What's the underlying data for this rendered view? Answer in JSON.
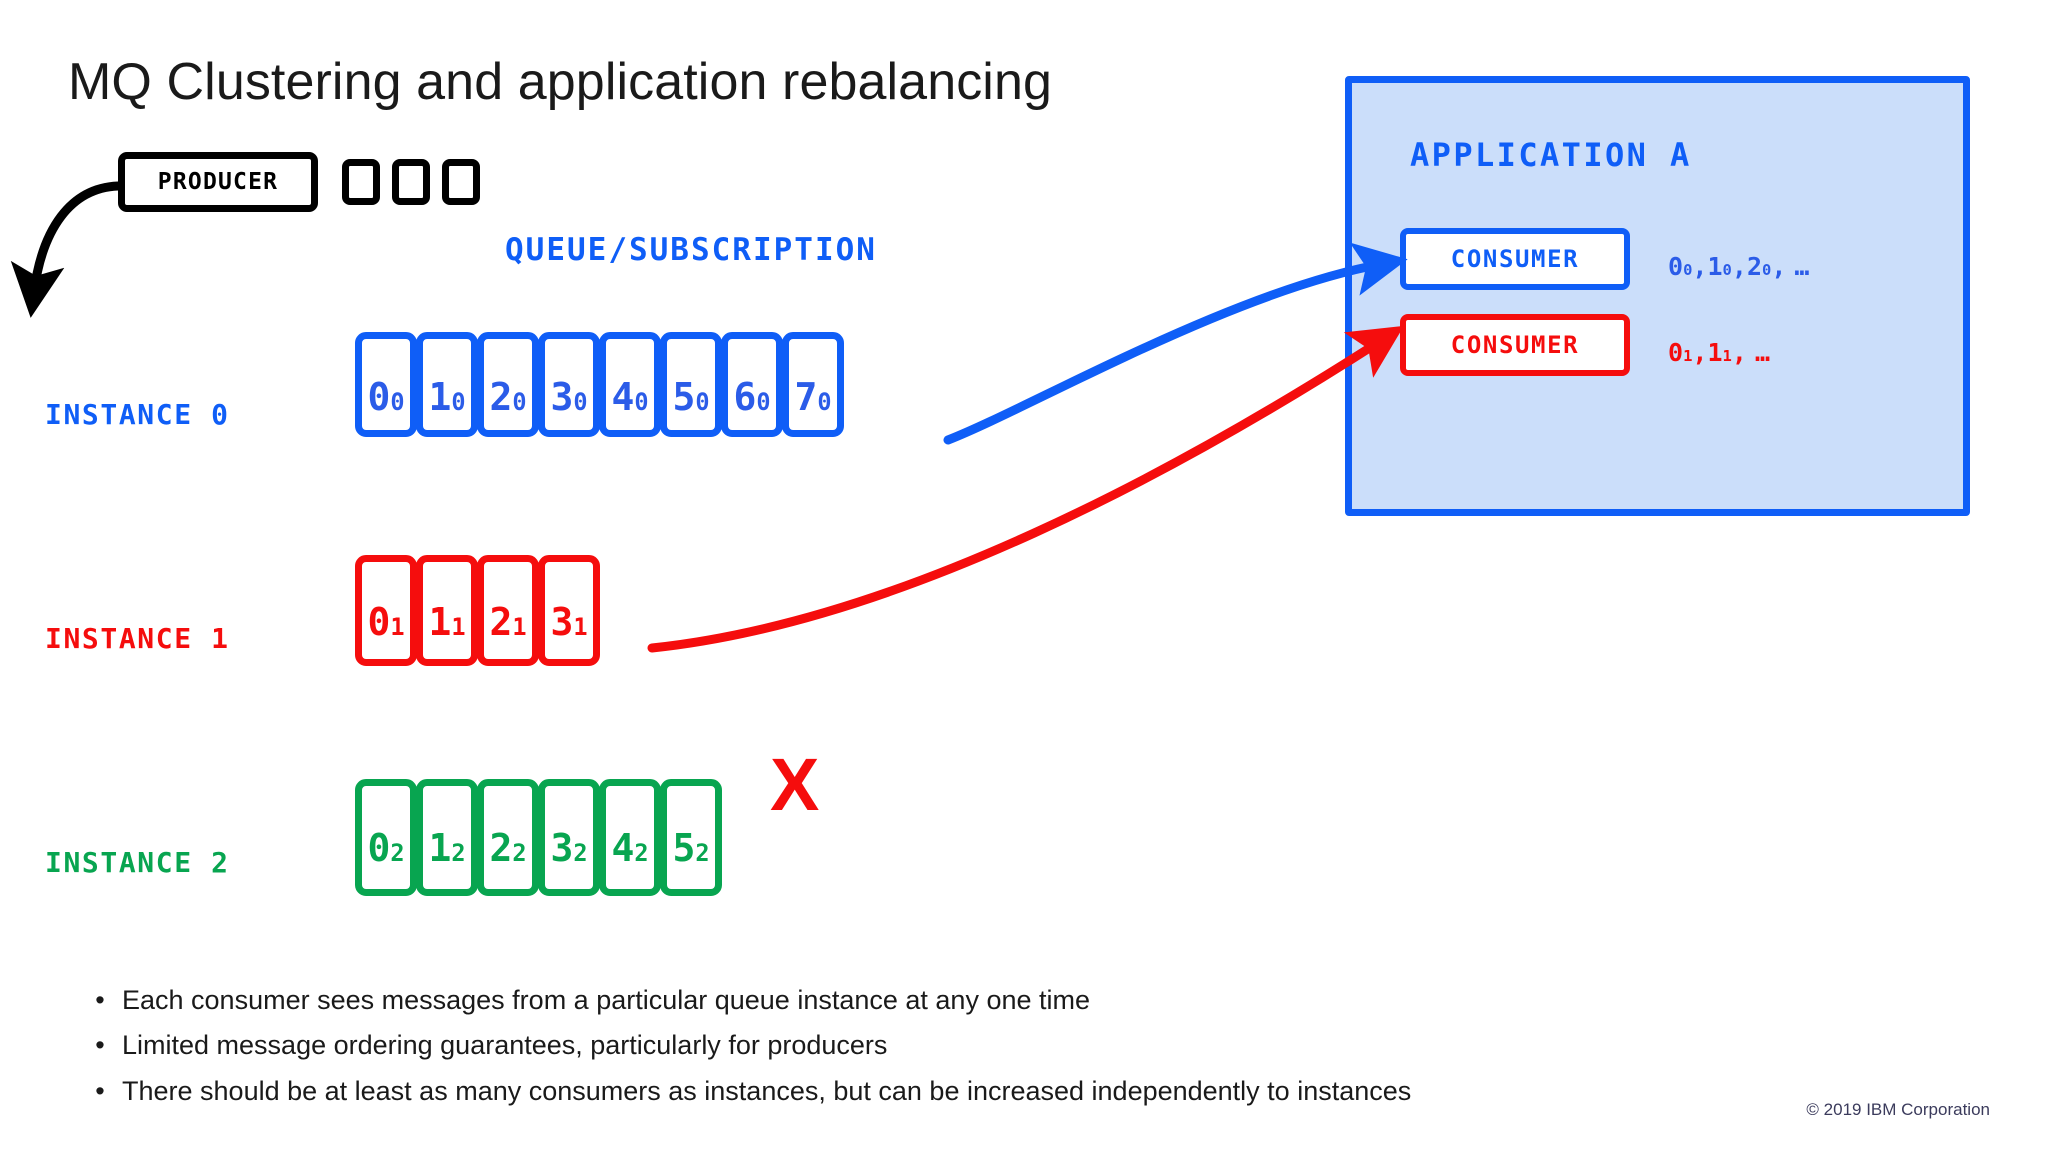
{
  "slide": {
    "title": "MQ Clustering and application rebalancing",
    "footer": "© 2019 IBM Corporation"
  },
  "colors": {
    "blue": "#0f5ef7",
    "red": "#f50d0d",
    "green": "#08a550",
    "black": "#000000",
    "app_fill": "#cbdefa",
    "footer_text": "#3b3b5c"
  },
  "producer": {
    "label": "PRODUCER",
    "pending_messages": [
      "",
      "",
      ""
    ]
  },
  "queue": {
    "heading": "QUEUE/SUBSCRIPTION"
  },
  "instances": [
    {
      "label": "INSTANCE 0",
      "color": "#0f5ef7",
      "messages": [
        {
          "id": "0",
          "sub": "0"
        },
        {
          "id": "1",
          "sub": "0"
        },
        {
          "id": "2",
          "sub": "0"
        },
        {
          "id": "3",
          "sub": "0"
        },
        {
          "id": "4",
          "sub": "0"
        },
        {
          "id": "5",
          "sub": "0"
        },
        {
          "id": "6",
          "sub": "0"
        },
        {
          "id": "7",
          "sub": "0"
        }
      ]
    },
    {
      "label": "INSTANCE 1",
      "color": "#f50d0d",
      "messages": [
        {
          "id": "0",
          "sub": "1"
        },
        {
          "id": "1",
          "sub": "1"
        },
        {
          "id": "2",
          "sub": "1"
        },
        {
          "id": "3",
          "sub": "1"
        }
      ]
    },
    {
      "label": "INSTANCE 2",
      "color": "#08a550",
      "messages": [
        {
          "id": "0",
          "sub": "2"
        },
        {
          "id": "1",
          "sub": "2"
        },
        {
          "id": "2",
          "sub": "2"
        },
        {
          "id": "3",
          "sub": "2"
        },
        {
          "id": "4",
          "sub": "2"
        },
        {
          "id": "5",
          "sub": "2"
        }
      ],
      "marker": "X"
    }
  ],
  "application": {
    "title": "APPLICATION A",
    "consumers": [
      {
        "label": "CONSUMER",
        "color": "#0f5ef7",
        "messages": [
          {
            "id": "0",
            "sub": "0"
          },
          {
            "id": "1",
            "sub": "0"
          },
          {
            "id": "2",
            "sub": "0"
          }
        ],
        "ellipsis": "…"
      },
      {
        "label": "CONSUMER",
        "color": "#f50d0d",
        "messages": [
          {
            "id": "0",
            "sub": "1"
          },
          {
            "id": "1",
            "sub": "1"
          }
        ],
        "ellipsis": "…"
      }
    ]
  },
  "bullets": [
    {
      "marker": "•",
      "text": "Each consumer sees messages from a particular queue instance at any one time"
    },
    {
      "marker": "•",
      "text": "Limited message ordering guarantees, particularly for producers"
    },
    {
      "marker": "•",
      "text": "There should be at least as many consumers as instances, but can be increased independently to instances"
    }
  ]
}
